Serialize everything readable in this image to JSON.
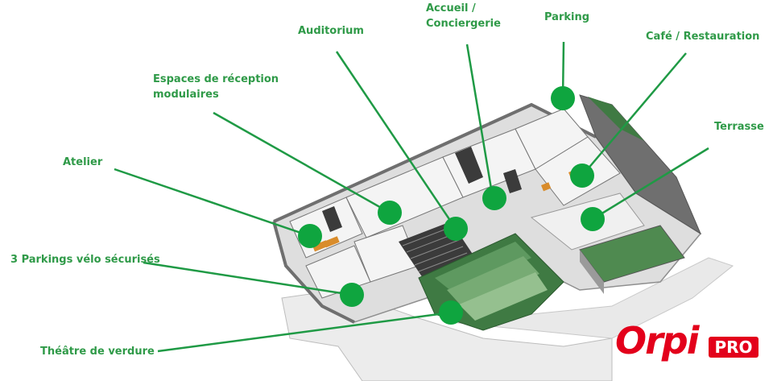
{
  "labels": [
    {
      "id": "auditorium",
      "lines": [
        "Auditorium"
      ]
    },
    {
      "id": "accueil",
      "lines": [
        "Accueil /",
        "Conciergerie"
      ]
    },
    {
      "id": "parking",
      "lines": [
        "Parking"
      ]
    },
    {
      "id": "cafe",
      "lines": [
        "Café / Restauration"
      ]
    },
    {
      "id": "espaces",
      "lines": [
        "Espaces de réception",
        "modulaires"
      ]
    },
    {
      "id": "terrasse",
      "lines": [
        "Terrasse"
      ]
    },
    {
      "id": "atelier",
      "lines": [
        "Atelier"
      ]
    },
    {
      "id": "velo",
      "lines": [
        "3 Parkings vélo sécurisés"
      ]
    },
    {
      "id": "theatre",
      "lines": [
        "Théâtre de verdure"
      ]
    }
  ],
  "logo": {
    "brand": "Orpi",
    "badge": "PRO"
  },
  "colors": {
    "accent": "#1f9a45",
    "label": "#2f9a48",
    "brand": "#e3001b"
  }
}
